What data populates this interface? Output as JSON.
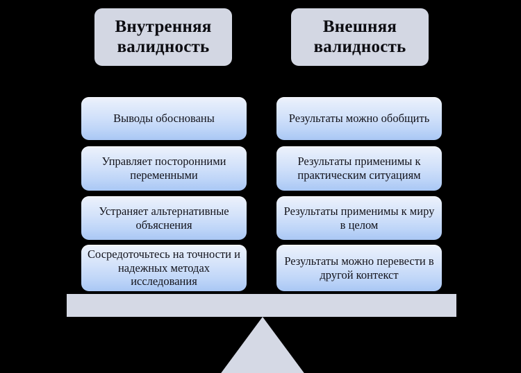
{
  "diagram": {
    "title_left": "Внутренняя\nвалидность",
    "title_right": "Внешняя\nвалидность",
    "background_color": "#000000",
    "header_color": "#d3d7e3",
    "box_gradient_top": "#eef2fb",
    "box_gradient_bottom": "#a9c7f4",
    "beam_color": "#d5d9e5",
    "text_color": "#12121a"
  },
  "headers": {
    "left": "Внутренняя валидность",
    "right": "Внешняя валидность",
    "left_line_1": "Внутренняя",
    "left_line_2": "валидность",
    "right_line_1": "Внешняя",
    "right_line_2": "валидность"
  },
  "columns": {
    "left": {
      "label": "Внутренняя валидность",
      "items": [
        {
          "text": "Выводы обоснованы"
        },
        {
          "text": "Управляет посторонними переменными"
        },
        {
          "text": "Устраняет альтернативные объяснения"
        },
        {
          "text": "Сосредоточьтесь на точности и надежных методах исследования"
        }
      ]
    },
    "right": {
      "label": "Внешняя валидность",
      "items": [
        {
          "text": "Результаты можно обобщить"
        },
        {
          "text": "Результаты применимы к практическим ситуациям"
        },
        {
          "text": "Результаты применимы к миру в целом"
        },
        {
          "text": "Результаты можно перевести в другой контекст"
        }
      ]
    }
  },
  "balance": {
    "beam_name": "balance-beam",
    "fulcrum_name": "balance-fulcrum"
  }
}
